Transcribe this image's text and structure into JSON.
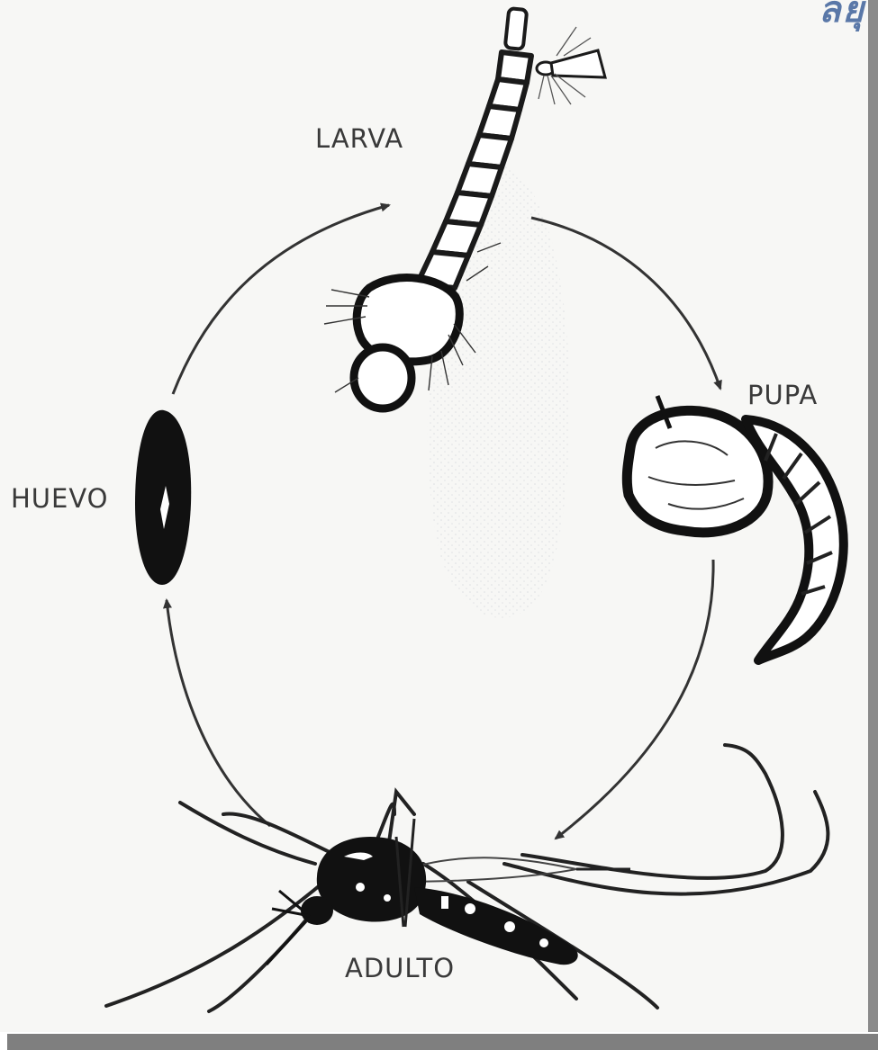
{
  "corner_fragment": "ลยุ",
  "stages": {
    "larva": "LARVA",
    "pupa": "PUPA",
    "egg": "HUEVO",
    "adult": "ADULTO"
  }
}
